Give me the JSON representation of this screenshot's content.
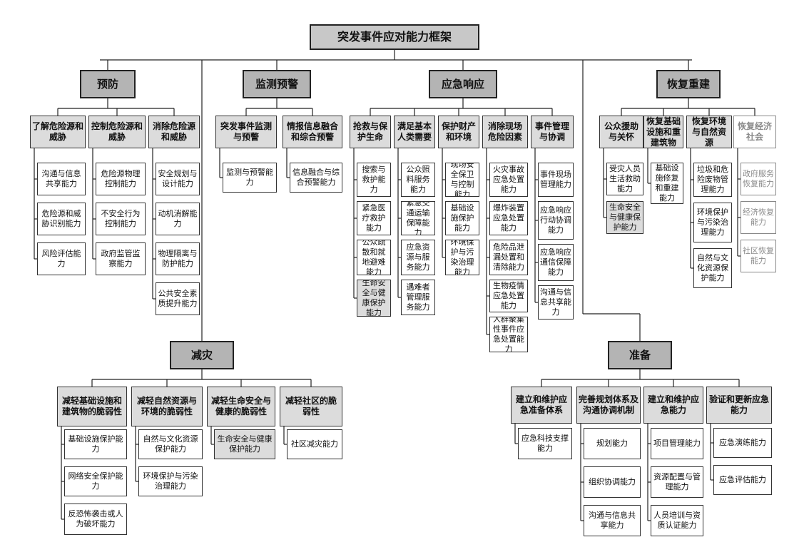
{
  "root": "突发事件应对能力框架",
  "majors": {
    "prevent": "预防",
    "monitor": "监测预警",
    "respond": "应急响应",
    "recover": "恢复重建",
    "mitigate": "减灾",
    "prepare": "准备"
  },
  "prevent": {
    "cats": [
      "了解危险源和威胁",
      "控制危险源和威胁",
      "消除危险源和威胁"
    ],
    "caps": [
      [
        "沟通与信息共享能力",
        "危险源和威胁识别能力",
        "风险评估能力"
      ],
      [
        "危险源物理控制能力",
        "不安全行为控制能力",
        "政府监管监察能力"
      ],
      [
        "安全规划与设计能力",
        "动机消解能力",
        "物理隔离与防护能力",
        "公共安全素质提升能力"
      ]
    ]
  },
  "monitor": {
    "cats": [
      "突发事件监测与预警",
      "情报信息融合和综合预警"
    ],
    "caps": [
      [
        "监测与预警能力"
      ],
      [
        "信息融合与综合预警能力"
      ]
    ]
  },
  "respond": {
    "cats": [
      "抢救与保护生命",
      "满足基本人类需要",
      "保护财产和环境",
      "消除现场危险因素",
      "事件管理与协调"
    ],
    "caps": [
      [
        "搜索与救护能力",
        "紧急医疗救护能力",
        "公众疏散和就地避难能力",
        "生命安全与健康保护能力"
      ],
      [
        "公众照料服务能力",
        "紧急交通运输保障能力",
        "应急资源与服务能力",
        "遇难者管理服务能力"
      ],
      [
        "现场安全保卫与控制能力",
        "基础设施保护能力",
        "环境保护与污染治理能力"
      ],
      [
        "火灾事故应急处置能力",
        "爆炸装置应急处置能力",
        "危险品泄漏处置和清除能力",
        "生物疫情应急处置能力",
        "人群聚集性事件应急处置能力"
      ],
      [
        "事件现场管理能力",
        "应急响应行动协调能力",
        "应急响应通信保障能力",
        "沟通与信息共享能力"
      ]
    ]
  },
  "recover": {
    "cats": [
      "公众援助与关怀",
      "恢复基础设施和重建筑物",
      "恢复环境与自然资源",
      "恢复经济社会"
    ],
    "caps": [
      [
        "受灾人员生活救助能力",
        "生命安全与健康保护能力"
      ],
      [
        "基础设施修复和重建能力"
      ],
      [
        "垃圾和危险废物管理能力",
        "环境保护与污染治理能力",
        "自然与文化资源保护能力"
      ],
      [
        "政府服务恢复能力",
        "经济恢复能力",
        "社区恢复能力"
      ]
    ]
  },
  "mitigate": {
    "cats": [
      "减轻基础设施和建筑物的脆弱性",
      "减轻自然资源与环境的脆弱性",
      "减轻生命安全与健康的脆弱性",
      "减轻社区的脆弱性"
    ],
    "caps": [
      [
        "基础设施保护能力",
        "网络安全保护能力",
        "反恐怖袭击或人为破坏能力"
      ],
      [
        "自然与文化资源保护能力",
        "环境保护与污染治理能力"
      ],
      [
        "生命安全与健康保护能力"
      ],
      [
        "社区减灾能力"
      ]
    ]
  },
  "prepare": {
    "cats": [
      "建立和维护应急准备体系",
      "完善规划体系及沟通协调机制",
      "建立和维护应急能力",
      "验证和更新应急能力"
    ],
    "caps": [
      [
        "应急科技支撑能力"
      ],
      [
        "规划能力",
        "组织协调能力",
        "沟通与信息共享能力"
      ],
      [
        "项目管理能力",
        "资源配置与管理能力",
        "人员培训与资质认证能力"
      ],
      [
        "应急演练能力",
        "应急评估能力"
      ]
    ]
  }
}
